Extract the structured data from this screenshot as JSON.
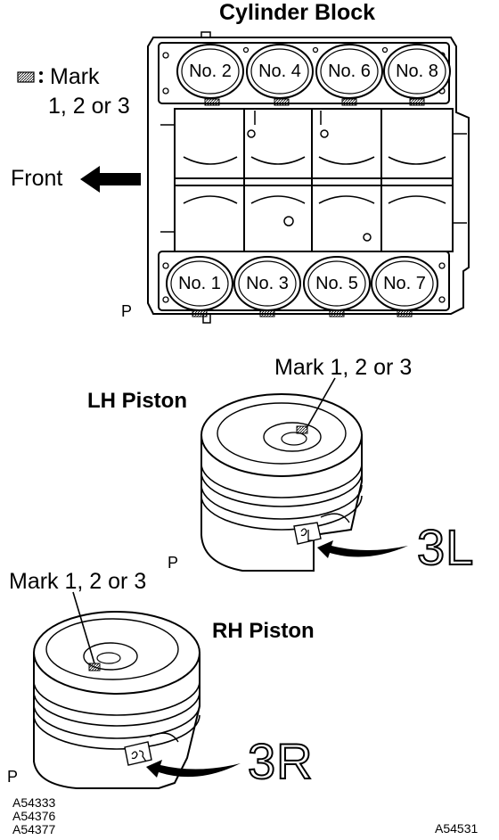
{
  "title": "Cylinder Block",
  "legend": {
    "mark_line1": "Mark",
    "mark_line2": "1, 2 or 3"
  },
  "front_label": "Front",
  "cylinders_top": [
    "No. 2",
    "No. 4",
    "No. 6",
    "No. 8"
  ],
  "cylinders_bottom": [
    "No. 1",
    "No. 3",
    "No. 5",
    "No. 7"
  ],
  "p_markers": [
    "P",
    "P",
    "P"
  ],
  "lh_piston": {
    "label": "LH Piston",
    "mark_label": "Mark 1, 2 or 3",
    "stamp": "3L"
  },
  "rh_piston": {
    "label": "RH Piston",
    "mark_label": "Mark 1, 2 or 3",
    "stamp": "3R"
  },
  "figure_ids_left": "A54333\nA54376\nA54377",
  "figure_id_right": "A54531"
}
